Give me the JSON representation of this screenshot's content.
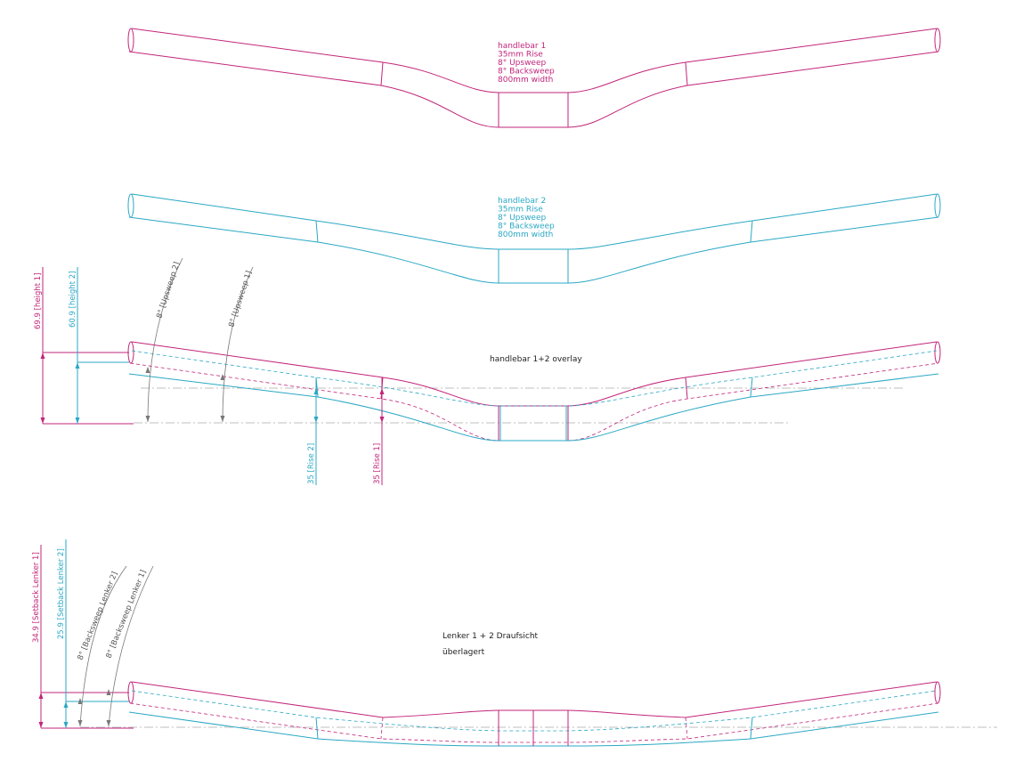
{
  "handlebar1": {
    "title": "handlebar 1",
    "rise": "35mm Rise",
    "upsweep": "8° Upsweep",
    "backsweep": "8° Backsweep",
    "width": "800mm width",
    "color": "#c2257a"
  },
  "handlebar2": {
    "title": "handlebar 2",
    "rise": "35mm Rise",
    "upsweep": "8° Upsweep",
    "backsweep": "8° Backsweep",
    "width": "800mm width",
    "color": "#2aa8c4"
  },
  "overlay": {
    "title": "handlebar 1+2 overlay",
    "height1": "69.9 [height 1]",
    "height2": "60.9 [height 2]",
    "upsweep2": "8° [Upsweep 2]",
    "upsweep1": "8° [Upsweep 1]",
    "rise2": "35 [Rise 2]",
    "rise1": "35 [Rise 1]"
  },
  "topview": {
    "title": "Lenker 1 + 2 Draufsicht",
    "subtitle": "überlagert",
    "setback1": "34.9 [Setback Lenker 1]",
    "setback2": "25.9 [Setback Lenker 2]",
    "backsweep2": "8° [Backsweep Lenker 2]",
    "backsweep1": "8° [Backsweep Lenker 1]"
  }
}
